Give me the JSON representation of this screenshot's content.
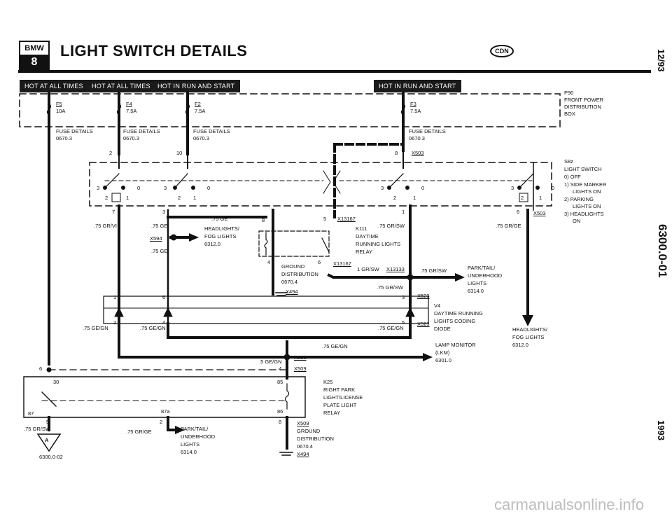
{
  "header": {
    "title": "LIGHT SWITCH DETAILS",
    "logo_top": "BMW",
    "logo_bottom": "8",
    "badge": "CDN"
  },
  "side": {
    "date": "12/93",
    "code": "6300.0-01",
    "year": "1993"
  },
  "tags": [
    "HOT AT ALL TIMES",
    "HOT AT ALL TIMES",
    "HOT IN RUN AND START",
    "HOT IN RUN AND START"
  ],
  "fuses": {
    "f5": {
      "name": "F5",
      "rating": "10A"
    },
    "f4": {
      "name": "F4",
      "rating": "7.5A"
    },
    "f2": {
      "name": "F2",
      "rating": "7.5A"
    },
    "f3": {
      "name": "F3",
      "rating": "7.5A"
    }
  },
  "p90": [
    "P90",
    "FRONT POWER",
    "DISTRIBUTION",
    "BOX"
  ],
  "fuse_details": {
    "label": "FUSE DETAILS",
    "ref": "0670.3"
  },
  "s8z": [
    "S8z",
    "LIGHT SWITCH",
    "0) OFF",
    "1) SIDE MARKER",
    "LIGHTS ON",
    "2) PARKING",
    "LIGHTS ON",
    "3) HEADLIGHTS",
    "ON"
  ],
  "pins": {
    "p2": "2",
    "p10": "10",
    "p8": "8",
    "p7": "7",
    "p3": "3",
    "p1": "1",
    "p6": "6",
    "p5": "5",
    "p4": "4",
    "p30": "30",
    "p85": "85",
    "p87": "87",
    "p87a": "87a",
    "p86": "86"
  },
  "connectors": {
    "x503": "X503",
    "x13167": "X13167",
    "x13133": "X13133",
    "x523": "X523",
    "x594": "X594",
    "x494": "X494",
    "x596": "X596",
    "x509": "X509"
  },
  "wires": {
    "gr_vi": ".75 GR/VI",
    "ge": ".75 GE",
    "gr_sw": ".75 GR/SW",
    "gr_ge": ".75 GR/GE",
    "sw1": "1 GR/SW",
    "ge_gn": ".75 GE/GN",
    "ge_gn5": ".5 GE/GN",
    "gr_sw2": ".75 GR/SW",
    "gr_ge2": ".75 GR/GE"
  },
  "k111": [
    "K111",
    "DAYTIME",
    "RUNNING LIGHTS",
    "RELAY"
  ],
  "headlights_fog": [
    "HEADLIGHTS/",
    "FOG LIGHTS",
    "6312.0"
  ],
  "ground": [
    "GROUND",
    "DISTRIBUTION",
    "0670.4"
  ],
  "park_tail": [
    "PARK/TAIL/",
    "UNDERHOOD",
    "LIGHTS",
    "6314.0"
  ],
  "v4": [
    "V4",
    "DAYTIME RUNNING",
    "LIGHTS CODING",
    "DIODE"
  ],
  "lamp": [
    "LAMP MONITOR",
    "(LKM)",
    "6301.0"
  ],
  "k25": [
    "K25",
    "RIGHT PARK",
    "LIGHT/LICENSE",
    "PLATE LIGHT",
    "RELAY"
  ],
  "ground_ref": "6300.0-02",
  "ground_letter": "A",
  "switch_pos": {
    "s0": "0",
    "s1": "1",
    "s2": "2",
    "s3": "3"
  },
  "watermark": "carmanualsonline.info"
}
